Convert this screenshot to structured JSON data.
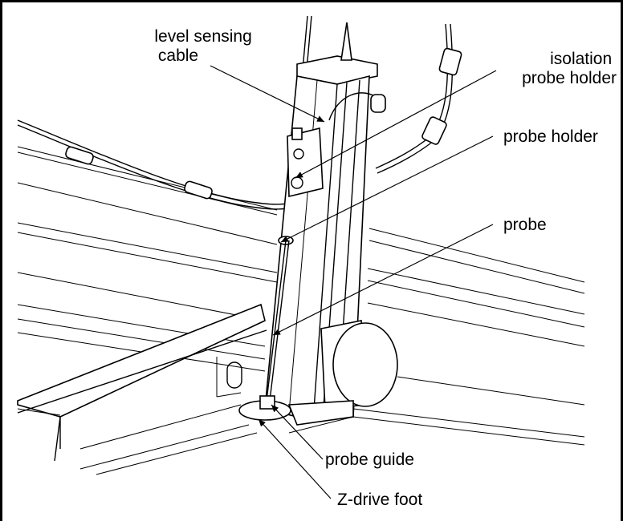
{
  "labels": {
    "level_sensing_cable": [
      "level sensing",
      "cable"
    ],
    "isolation_probe_holder": [
      "isolation",
      "probe holder"
    ],
    "probe_holder": "probe holder",
    "probe": "probe",
    "probe_guide": "probe guide",
    "z_drive_foot": "Z-drive foot"
  }
}
